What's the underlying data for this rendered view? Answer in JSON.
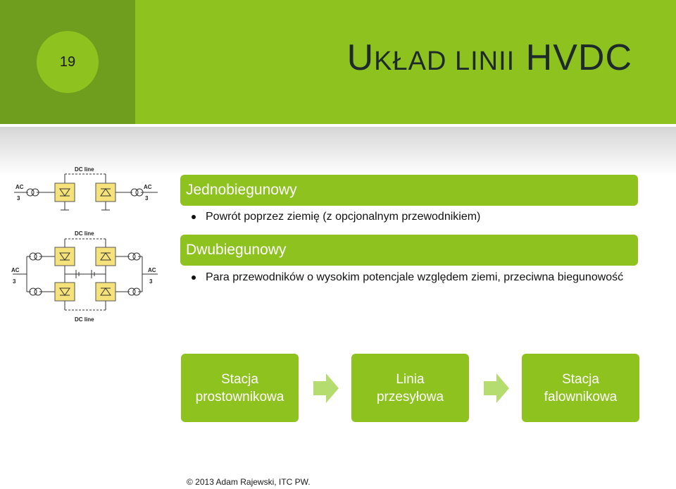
{
  "slide": {
    "number": "19",
    "title_cap1": "U",
    "title_small1": "KŁAD LINII",
    "title_rest": " HVDC"
  },
  "diagram": {
    "top_ac_left": "AC",
    "top_ac_left_num": "3",
    "top_ac_right": "AC",
    "top_ac_right_num": "3",
    "top_dc_label": "DC line",
    "bottom_dc_top_label": "DC line",
    "bottom_dc_bottom_label": "DC line",
    "bottom_ac_left": "AC",
    "bottom_ac_left_num": "3",
    "bottom_ac_right": "AC",
    "bottom_ac_right_num": "3"
  },
  "sections": [
    {
      "heading": "Jednobiegunowy",
      "bullet": "Powrót poprzez ziemię (z opcjonalnym przewodnikiem)"
    },
    {
      "heading": "Dwubiegunowy",
      "bullet": "Para przewodników o wysokim potencjale względem ziemi, przeciwna biegunowość"
    }
  ],
  "flow": [
    {
      "line1": "Stacja",
      "line2": "prostownikowa"
    },
    {
      "line1": "Linia",
      "line2": "przesyłowa"
    },
    {
      "line1": "Stacja",
      "line2": "falownikowa"
    }
  ],
  "footer": "© 2013 Adam Rajewski, ITC PW.",
  "colors": {
    "accent": "#8dc21f",
    "accent_dark": "#6f9e1e",
    "arrow": "#b5dc6e",
    "converter": "#f5e27a"
  }
}
